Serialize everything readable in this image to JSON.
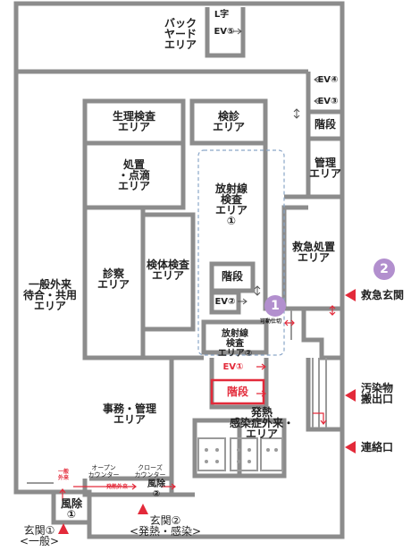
{
  "areas": {
    "backyard": "バック\nヤード\nエリア",
    "general_waiting": "一般外来\n待合・共用\nエリア",
    "physiology": "生理検査\nエリア",
    "checkup": "検診\nエリア",
    "treatment_drip": "処置\n・点滴\nエリア",
    "radiology_1": "放射線\n検査\nエリア\n①",
    "radiology_2": "放射線\n検査\nエリア②",
    "specimen": "検体検査\nエリア",
    "exam": "診察\nエリア",
    "admin": "事務・管理\nエリア",
    "fever": "発熱\n感染症外来・\nエリア",
    "management": "管理\nエリア",
    "emergency": "救急処置\nエリア"
  },
  "stairs": {
    "top_right": "階段",
    "center": "階段",
    "red": "階段"
  },
  "ev": {
    "ev5": "EV⑤",
    "ev4": "EV④",
    "ev3": "EV③",
    "ev2": "EV②",
    "ev1": "EV①"
  },
  "small": {
    "tag_top": "L字",
    "partition": "可動仕切",
    "open_counter": "オープン\nカウンター",
    "closed_counter": "クローズ\nカウンター",
    "general_outpatient": "一般\n外来",
    "fever_outpatient": "発熱外来"
  },
  "vestibules": {
    "v1": "風除\n①",
    "v2": "風除\n②"
  },
  "entrances": {
    "e1": "玄関①\n<一般>",
    "e2": "玄関②\n<発熱・感染>",
    "emergency": "救急玄関",
    "contaminated": "汚染物\n搬出口",
    "connection": "連絡口"
  },
  "badges": {
    "b1": "1",
    "b2": "2"
  },
  "colors": {
    "wall": "#8c8c8c",
    "accent": "#e32a3a",
    "badge": "#b28fce",
    "dashed": "#8aa6c8"
  }
}
